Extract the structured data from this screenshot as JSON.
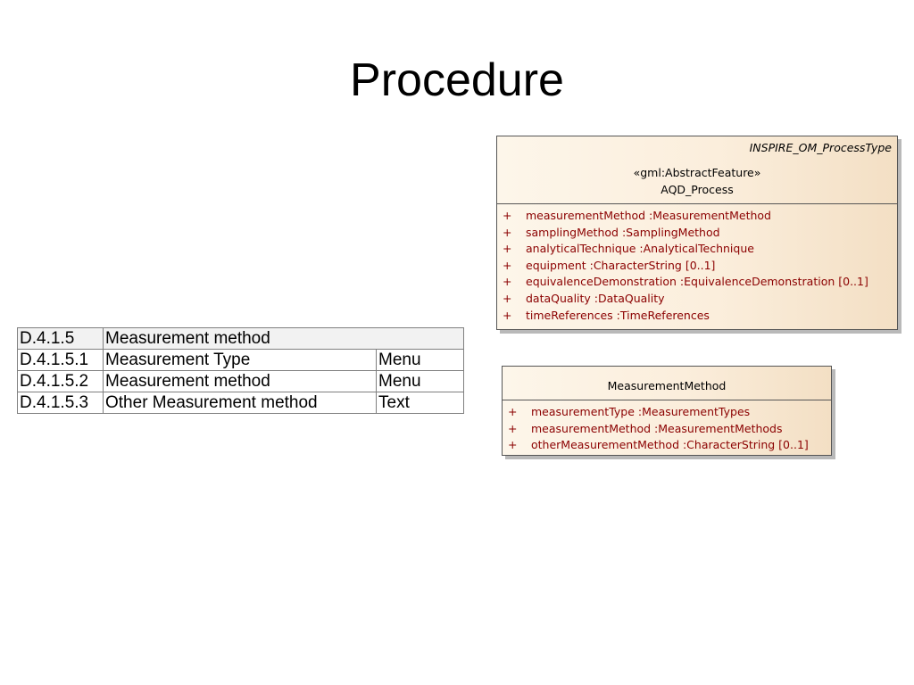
{
  "slide": {
    "title": "Procedure"
  },
  "table": {
    "rows": [
      {
        "id": "D.4.1.5",
        "name": "Measurement method",
        "type": ""
      },
      {
        "id": "D.4.1.5.1",
        "name": "Measurement Type",
        "type": "Menu"
      },
      {
        "id": "D.4.1.5.2",
        "name": "Measurement method",
        "type": "Menu"
      },
      {
        "id": "D.4.1.5.3",
        "name": "Other Measurement method",
        "type": "Text"
      }
    ]
  },
  "uml": {
    "aqd_process": {
      "tagged_value": "INSPIRE_OM_ProcessType",
      "stereotype": "«gml:AbstractFeature»",
      "name": "AQD_Process",
      "attributes": [
        {
          "vis": "+",
          "text": "measurementMethod  :MeasurementMethod"
        },
        {
          "vis": "+",
          "text": "samplingMethod  :SamplingMethod"
        },
        {
          "vis": "+",
          "text": "analyticalTechnique  :AnalyticalTechnique"
        },
        {
          "vis": "+",
          "text": "equipment  :CharacterString [0..1]"
        },
        {
          "vis": "+",
          "text": "equivalenceDemonstration  :EquivalenceDemonstration [0..1]"
        },
        {
          "vis": "+",
          "text": "dataQuality  :DataQuality"
        },
        {
          "vis": "+",
          "text": "timeReferences  :TimeReferences"
        }
      ]
    },
    "measurement_method": {
      "name": "MeasurementMethod",
      "attributes": [
        {
          "vis": "+",
          "text": "measurementType  :MeasurementTypes"
        },
        {
          "vis": "+",
          "text": "measurementMethod  :MeasurementMethods"
        },
        {
          "vis": "+",
          "text": "otherMeasurementMethod  :CharacterString [0..1]"
        }
      ]
    }
  }
}
